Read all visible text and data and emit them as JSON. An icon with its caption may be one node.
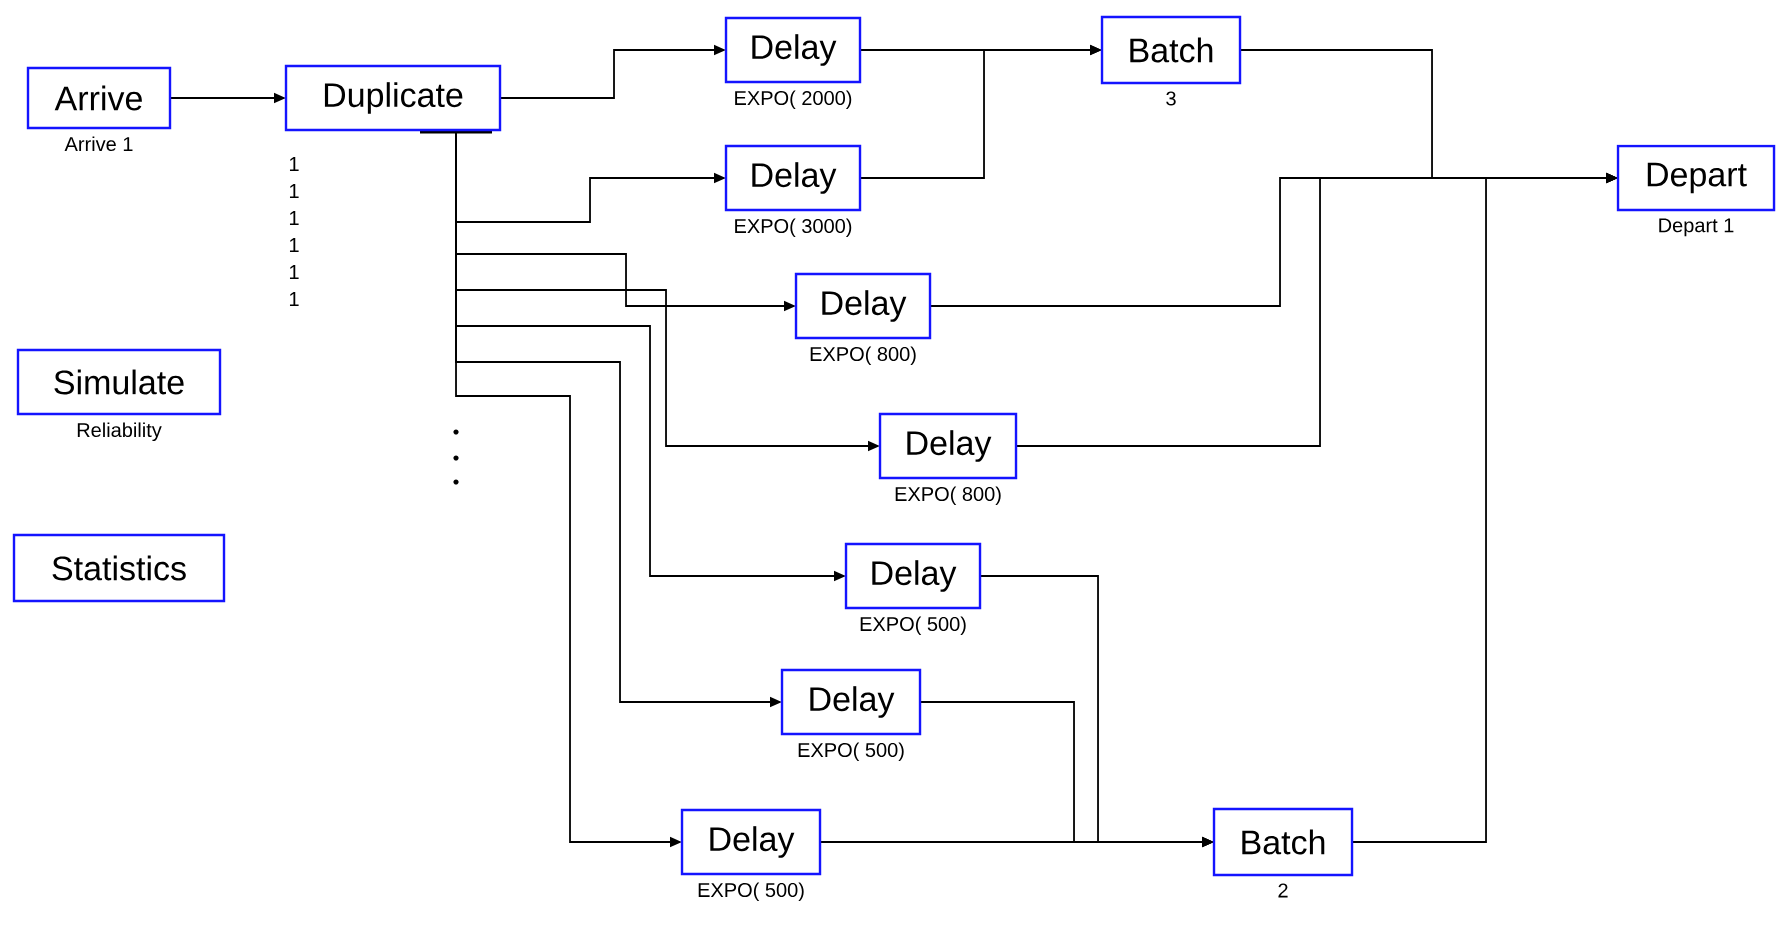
{
  "diagram": {
    "nodes": [
      {
        "text": [
          "Arrive"
        ],
        "beside": [
          "Arrive 1"
        ]
      },
      {
        "text": [
          "Duplicate"
        ]
      },
      {
        "text": [
          "Delay"
        ],
        "beside": [
          "EXPO( 2000)"
        ]
      },
      {
        "text": [
          "Delay"
        ],
        "beside": [
          "EXPO( 3000)"
        ]
      },
      {
        "text": [
          "Delay"
        ],
        "beside": [
          "EXPO( 800)"
        ]
      },
      {
        "text": [
          "Delay"
        ],
        "beside": [
          "EXPO( 800)"
        ]
      },
      {
        "text": [
          "Delay"
        ],
        "beside": [
          "EXPO( 500)"
        ]
      },
      {
        "text": [
          "Delay"
        ],
        "beside": [
          "EXPO( 500)"
        ]
      },
      {
        "text": [
          "Delay"
        ],
        "beside": [
          "EXPO( 500)"
        ]
      },
      {
        "text": [
          "Batch"
        ],
        "beside": [
          "3"
        ]
      },
      {
        "text": [
          "Batch"
        ],
        "beside": [
          "2"
        ]
      },
      {
        "text": [
          "Depart"
        ],
        "beside": [
          "Depart 1"
        ]
      },
      {
        "text": [
          "Simulate"
        ],
        "beside": [
          "Reliability"
        ]
      },
      {
        "text": [
          "Statistics"
        ]
      }
    ],
    "edges": [
      {
        "from": 0,
        "to": 1,
        "arrow": "to"
      },
      {
        "from": 1,
        "to": 2,
        "arrow": "to"
      },
      {
        "from": 1,
        "to": 3,
        "arrow": "to"
      },
      {
        "from": 1,
        "to": 4,
        "arrow": "to"
      },
      {
        "from": 1,
        "to": 5,
        "arrow": "to"
      },
      {
        "from": 1,
        "to": 6,
        "arrow": "to"
      },
      {
        "from": 1,
        "to": 7,
        "arrow": "to"
      },
      {
        "from": 1,
        "to": 8,
        "arrow": "to"
      },
      {
        "from": 2,
        "to": 9,
        "arrow": "to"
      },
      {
        "from": 3,
        "to": 9,
        "arrow": "to"
      },
      {
        "from": 9,
        "to": 11,
        "arrow": "to"
      },
      {
        "from": 4,
        "to": 11,
        "arrow": "to"
      },
      {
        "from": 5,
        "to": 11,
        "arrow": "to"
      },
      {
        "from": 10,
        "to": 11,
        "arrow": "to"
      },
      {
        "from": 6,
        "to": 10,
        "arrow": "to"
      },
      {
        "from": 7,
        "to": 10,
        "arrow": "to"
      },
      {
        "from": 8,
        "to": 10,
        "arrow": "to"
      }
    ],
    "labels": [
      "1",
      "1",
      "1",
      "1",
      "1",
      "1"
    ]
  }
}
